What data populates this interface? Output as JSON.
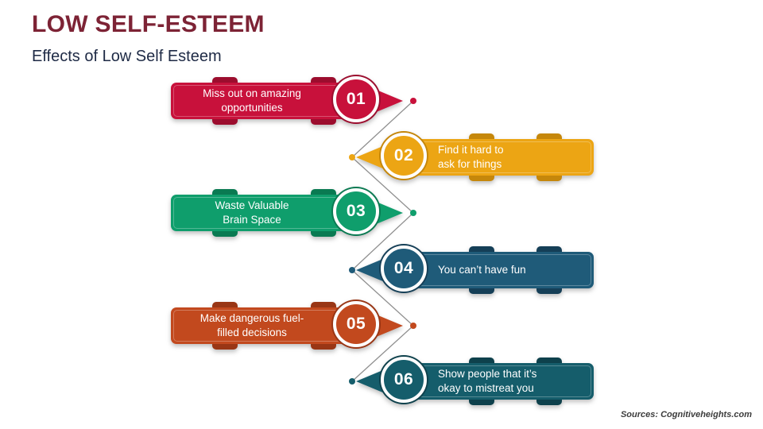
{
  "page": {
    "title": "LOW SELF-ESTEEM",
    "subtitle": "Effects of Low Self Esteem",
    "source": "Sources: Cognitiveheights.com"
  },
  "items": [
    {
      "number": "01",
      "text": "Miss out on amazing\nopportunities",
      "color": "#C8113B",
      "color_dark": "#9C0D2E",
      "side": "left"
    },
    {
      "number": "02",
      "text": "Find it hard to\nask for things",
      "color": "#ECA514",
      "color_dark": "#C5870B",
      "side": "right"
    },
    {
      "number": "03",
      "text": "Waste Valuable\nBrain Space",
      "color": "#0F9E6C",
      "color_dark": "#0A7A52",
      "side": "left"
    },
    {
      "number": "04",
      "text": "You can’t have fun",
      "color": "#1F5B79",
      "color_dark": "#153F57",
      "side": "right"
    },
    {
      "number": "05",
      "text": "Make dangerous fuel-\nfilled decisions",
      "color": "#C2491E",
      "color_dark": "#993615",
      "side": "left"
    },
    {
      "number": "06",
      "text": "Show people that it’s\nokay to mistreat you",
      "color": "#155D6B",
      "color_dark": "#0E414C",
      "side": "right"
    }
  ],
  "connector_color": "#8F8F8F"
}
